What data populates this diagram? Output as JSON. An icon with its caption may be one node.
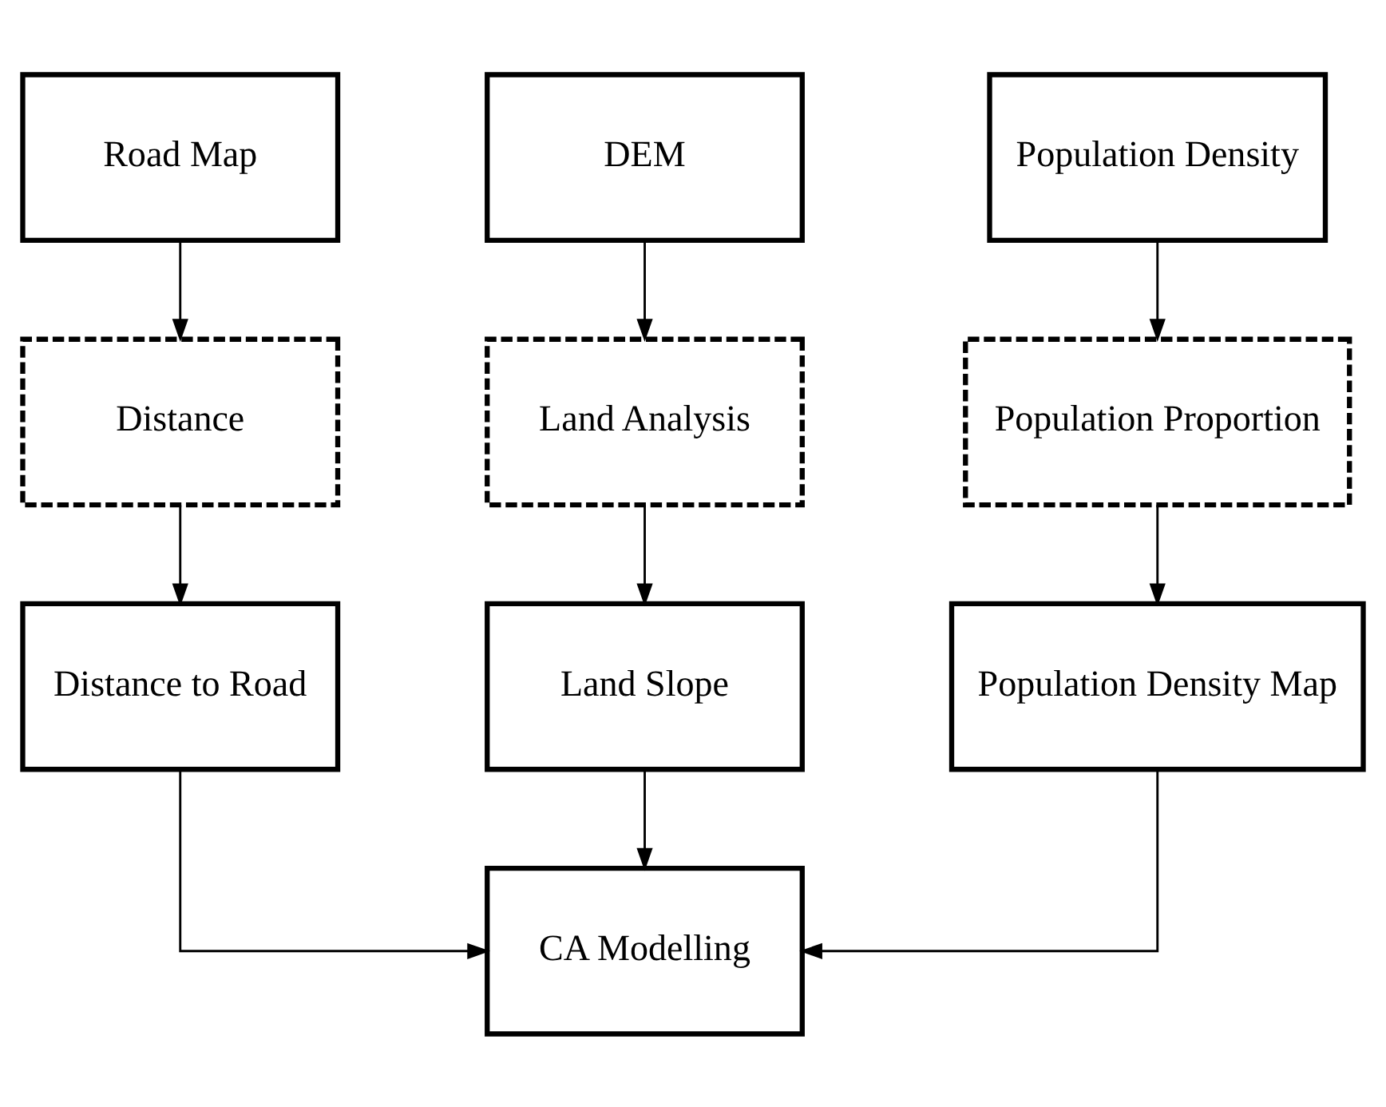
{
  "diagram": {
    "nodes": [
      {
        "text": [
          "Road Map"
        ]
      },
      {
        "text": [
          "DEM"
        ]
      },
      {
        "text": [
          "Population Density"
        ]
      },
      {
        "text": [
          "Distance"
        ]
      },
      {
        "text": [
          "Land Analysis"
        ]
      },
      {
        "text": [
          "Population Proportion"
        ]
      },
      {
        "text": [
          "Distance to Road"
        ]
      },
      {
        "text": [
          "Land Slope"
        ]
      },
      {
        "text": [
          "Population Density Map"
        ]
      },
      {
        "text": [
          "CA Modelling"
        ]
      }
    ],
    "edges": [
      {
        "from": 0,
        "to": 3,
        "arrow": "to"
      },
      {
        "from": 3,
        "to": 6,
        "arrow": "to"
      },
      {
        "from": 1,
        "to": 4,
        "arrow": "to"
      },
      {
        "from": 4,
        "to": 7,
        "arrow": "to"
      },
      {
        "from": 2,
        "to": 5,
        "arrow": "to"
      },
      {
        "from": 5,
        "to": 8,
        "arrow": "to"
      },
      {
        "from": 6,
        "to": 9,
        "arrow": "to"
      },
      {
        "from": 7,
        "to": 9,
        "arrow": "to"
      },
      {
        "from": 8,
        "to": 9,
        "arrow": "to"
      }
    ]
  }
}
